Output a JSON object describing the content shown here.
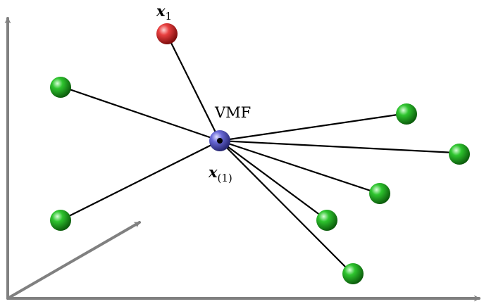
{
  "labels": {
    "center": "VMF",
    "center_point": {
      "var": "x",
      "sub": "(1)"
    },
    "outlier_point": {
      "var": "x",
      "sub": "1"
    }
  },
  "points": {
    "outlier": {
      "name": "outlier-point"
    },
    "others": [
      {
        "name": "sample-point-1"
      },
      {
        "name": "sample-point-2"
      },
      {
        "name": "sample-point-3"
      },
      {
        "name": "sample-point-4"
      },
      {
        "name": "sample-point-5"
      },
      {
        "name": "sample-point-6"
      },
      {
        "name": "sample-point-7"
      }
    ]
  },
  "colors": {
    "axis": "#808080",
    "arrow": "#000000",
    "center_sphere": "#5a5ad0",
    "outlier_sphere": "#d02020",
    "sample_sphere": "#1fa81f"
  }
}
